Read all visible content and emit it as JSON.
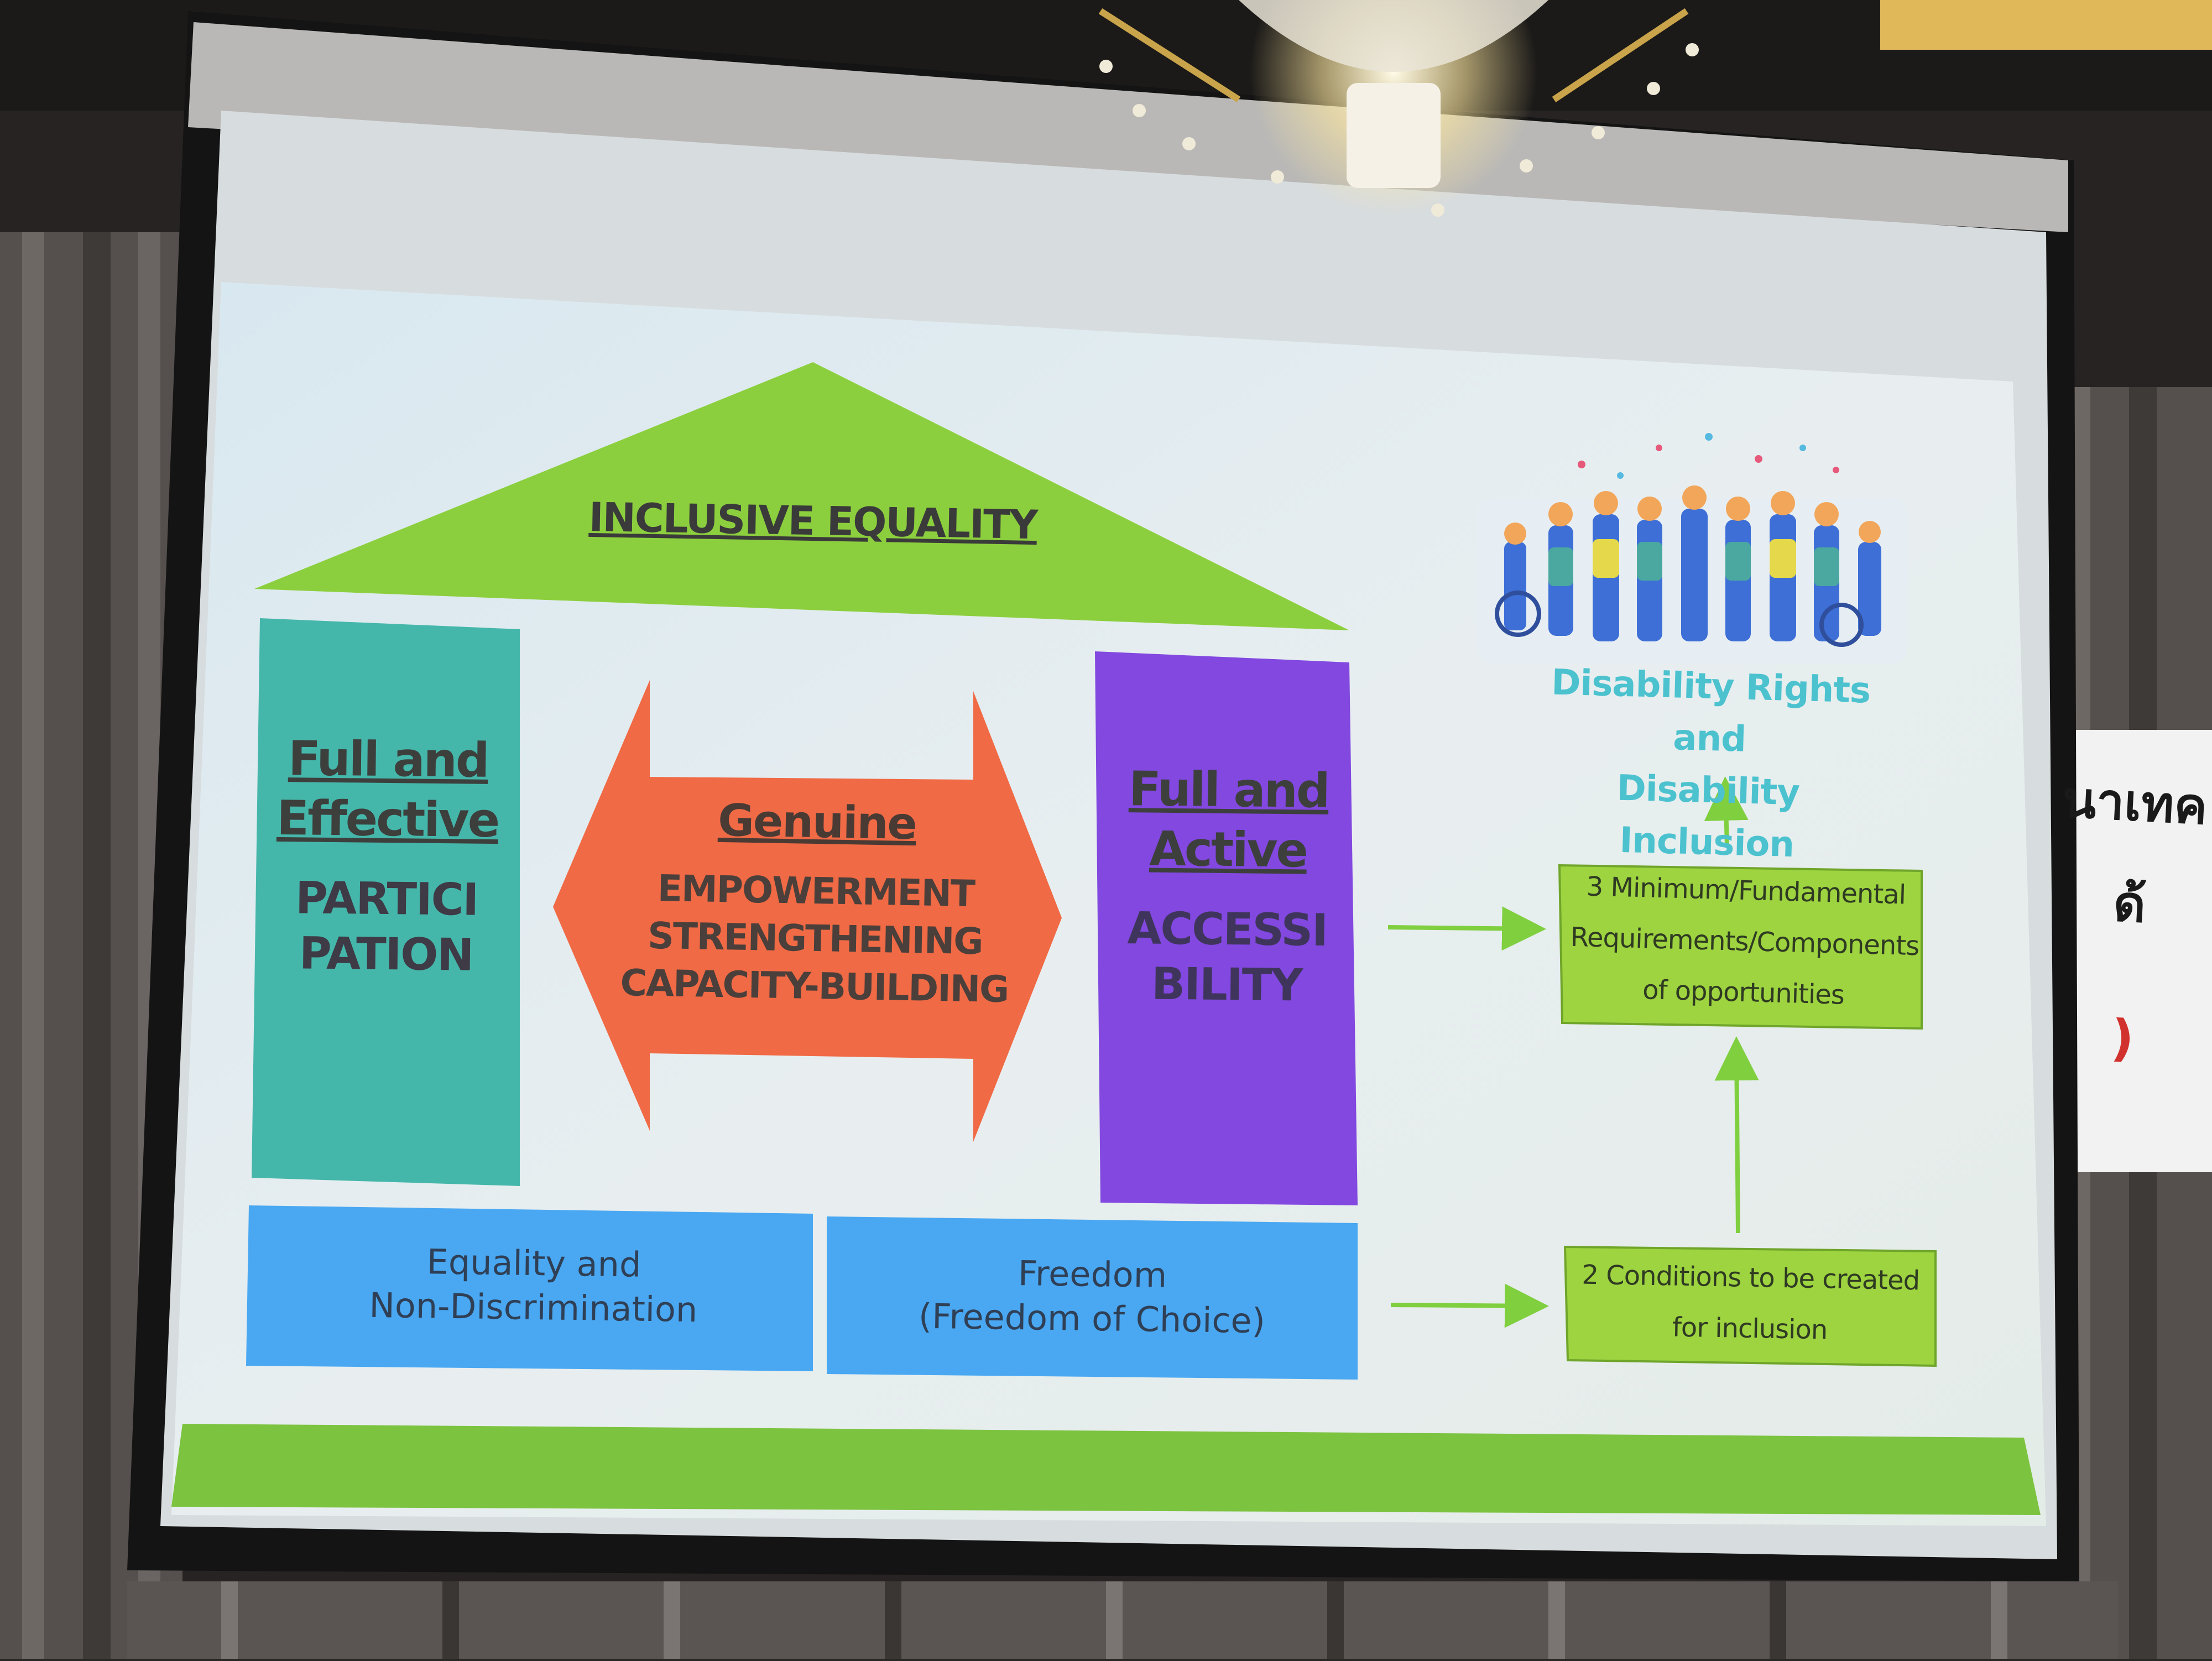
{
  "slide": {
    "roof_title": "INCLUSIVE EQUALITY",
    "left_pillar": {
      "heading_line1": "Full and",
      "heading_line2": "Effective",
      "body_line1": "PARTICI",
      "body_line2": "PATION"
    },
    "center_arrow": {
      "heading": "Genuine",
      "line1": "EMPOWERMENT",
      "line2": "STRENGTHENING",
      "line3": "CAPACITY-BUILDING"
    },
    "right_pillar": {
      "heading_line1": "Full and",
      "heading_line2": "Active",
      "body_line1": "ACCESSI",
      "body_line2": "BILITY"
    },
    "base_left": {
      "line1": "Equality and",
      "line2": "Non-Discrimination"
    },
    "base_right": {
      "line1": "Freedom",
      "line2": "(Freedom of Choice)"
    },
    "requirements_box": {
      "line1": "3 Minimum/Fundamental",
      "line2": "Requirements/Components",
      "line3": "of opportunities"
    },
    "conditions_box": {
      "line1": "2 Conditions to be created",
      "line2": "for inclusion"
    },
    "outcome": {
      "line1": "Disability Rights and",
      "line2": "Disability Inclusion"
    },
    "illustration_icon": "diverse-crowd-celebrating-icon"
  },
  "background_sign": {
    "partial_text": "นาเทค",
    "partial_text_2": "ด้",
    "partial_text_3": ")"
  },
  "colors": {
    "roof": "#8ccf3e",
    "left_pillar": "#45b7aa",
    "center_arrow": "#f06a45",
    "right_pillar": "#8248e0",
    "base": "#4aa8f2",
    "green_box": "#9dd440",
    "outcome_text": "#4cc2cf",
    "slide_bg": "#e2ecf0"
  }
}
